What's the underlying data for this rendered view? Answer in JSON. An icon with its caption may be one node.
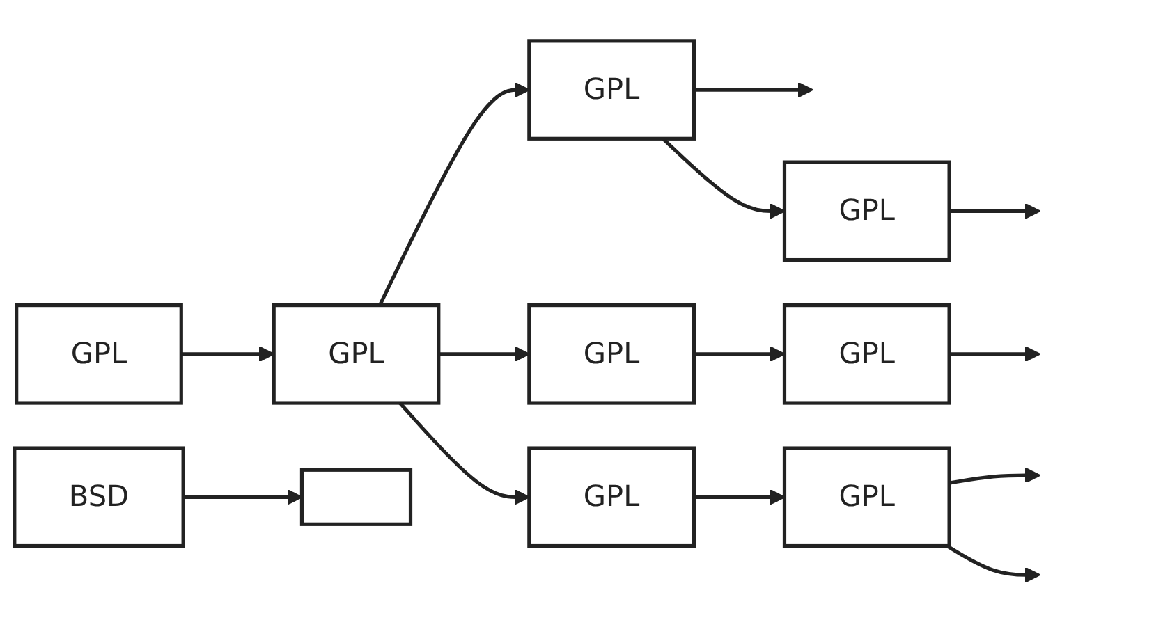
{
  "diagram": {
    "nodes": [
      {
        "text": [
          "GPL"
        ]
      },
      {
        "text": [
          "GPL"
        ]
      },
      {
        "text": [
          "GPL"
        ]
      },
      {
        "text": [
          "GPL"
        ]
      },
      {
        "text": [
          "GPL"
        ]
      },
      {
        "text": [
          "GPL"
        ]
      },
      {
        "text": [
          "GPL"
        ]
      },
      {
        "text": [
          "GPL"
        ]
      },
      {
        "text": [
          "BSD"
        ]
      },
      {
        "text": [],
        "shape": "box"
      }
    ],
    "edges": [
      {
        "from": 0,
        "to": null,
        "arrow": "to"
      },
      {
        "from": 0,
        "to": 1,
        "arrow": "to"
      },
      {
        "from": 1,
        "to": null,
        "arrow": "to"
      },
      {
        "from": 2,
        "to": 3,
        "arrow": "to"
      },
      {
        "from": 3,
        "to": null,
        "arrow": "to"
      },
      {
        "from": 4,
        "to": 5,
        "arrow": "to"
      },
      {
        "from": 5,
        "to": 0,
        "arrow": "to"
      },
      {
        "from": 5,
        "to": 2,
        "arrow": "to"
      },
      {
        "from": 5,
        "to": 6,
        "arrow": "to"
      },
      {
        "from": 6,
        "to": 7,
        "arrow": "to"
      },
      {
        "from": 7,
        "to": null,
        "arrow": "to"
      },
      {
        "from": 7,
        "to": null,
        "arrow": "to"
      },
      {
        "from": 8,
        "to": 9,
        "arrow": "to"
      }
    ]
  }
}
